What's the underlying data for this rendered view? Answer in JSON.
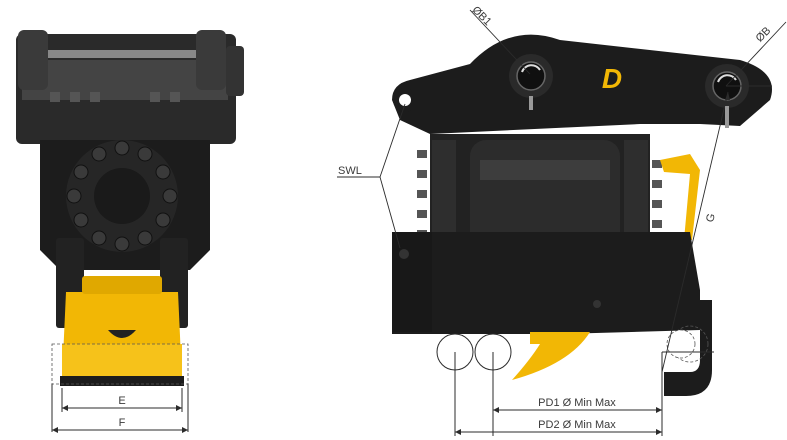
{
  "labels": {
    "ob1": "ØB1",
    "ob": "ØB",
    "swl": "SWL",
    "g": "G",
    "e": "E",
    "f": "F",
    "pd1": "PD1 Ø Min Max",
    "pd2": "PD2 Ø Min Max"
  },
  "logo": "D",
  "colors": {
    "body": "#1c1c1c",
    "body_light": "#333333",
    "accent": "#f2b705",
    "line": "#2b2b2b"
  }
}
